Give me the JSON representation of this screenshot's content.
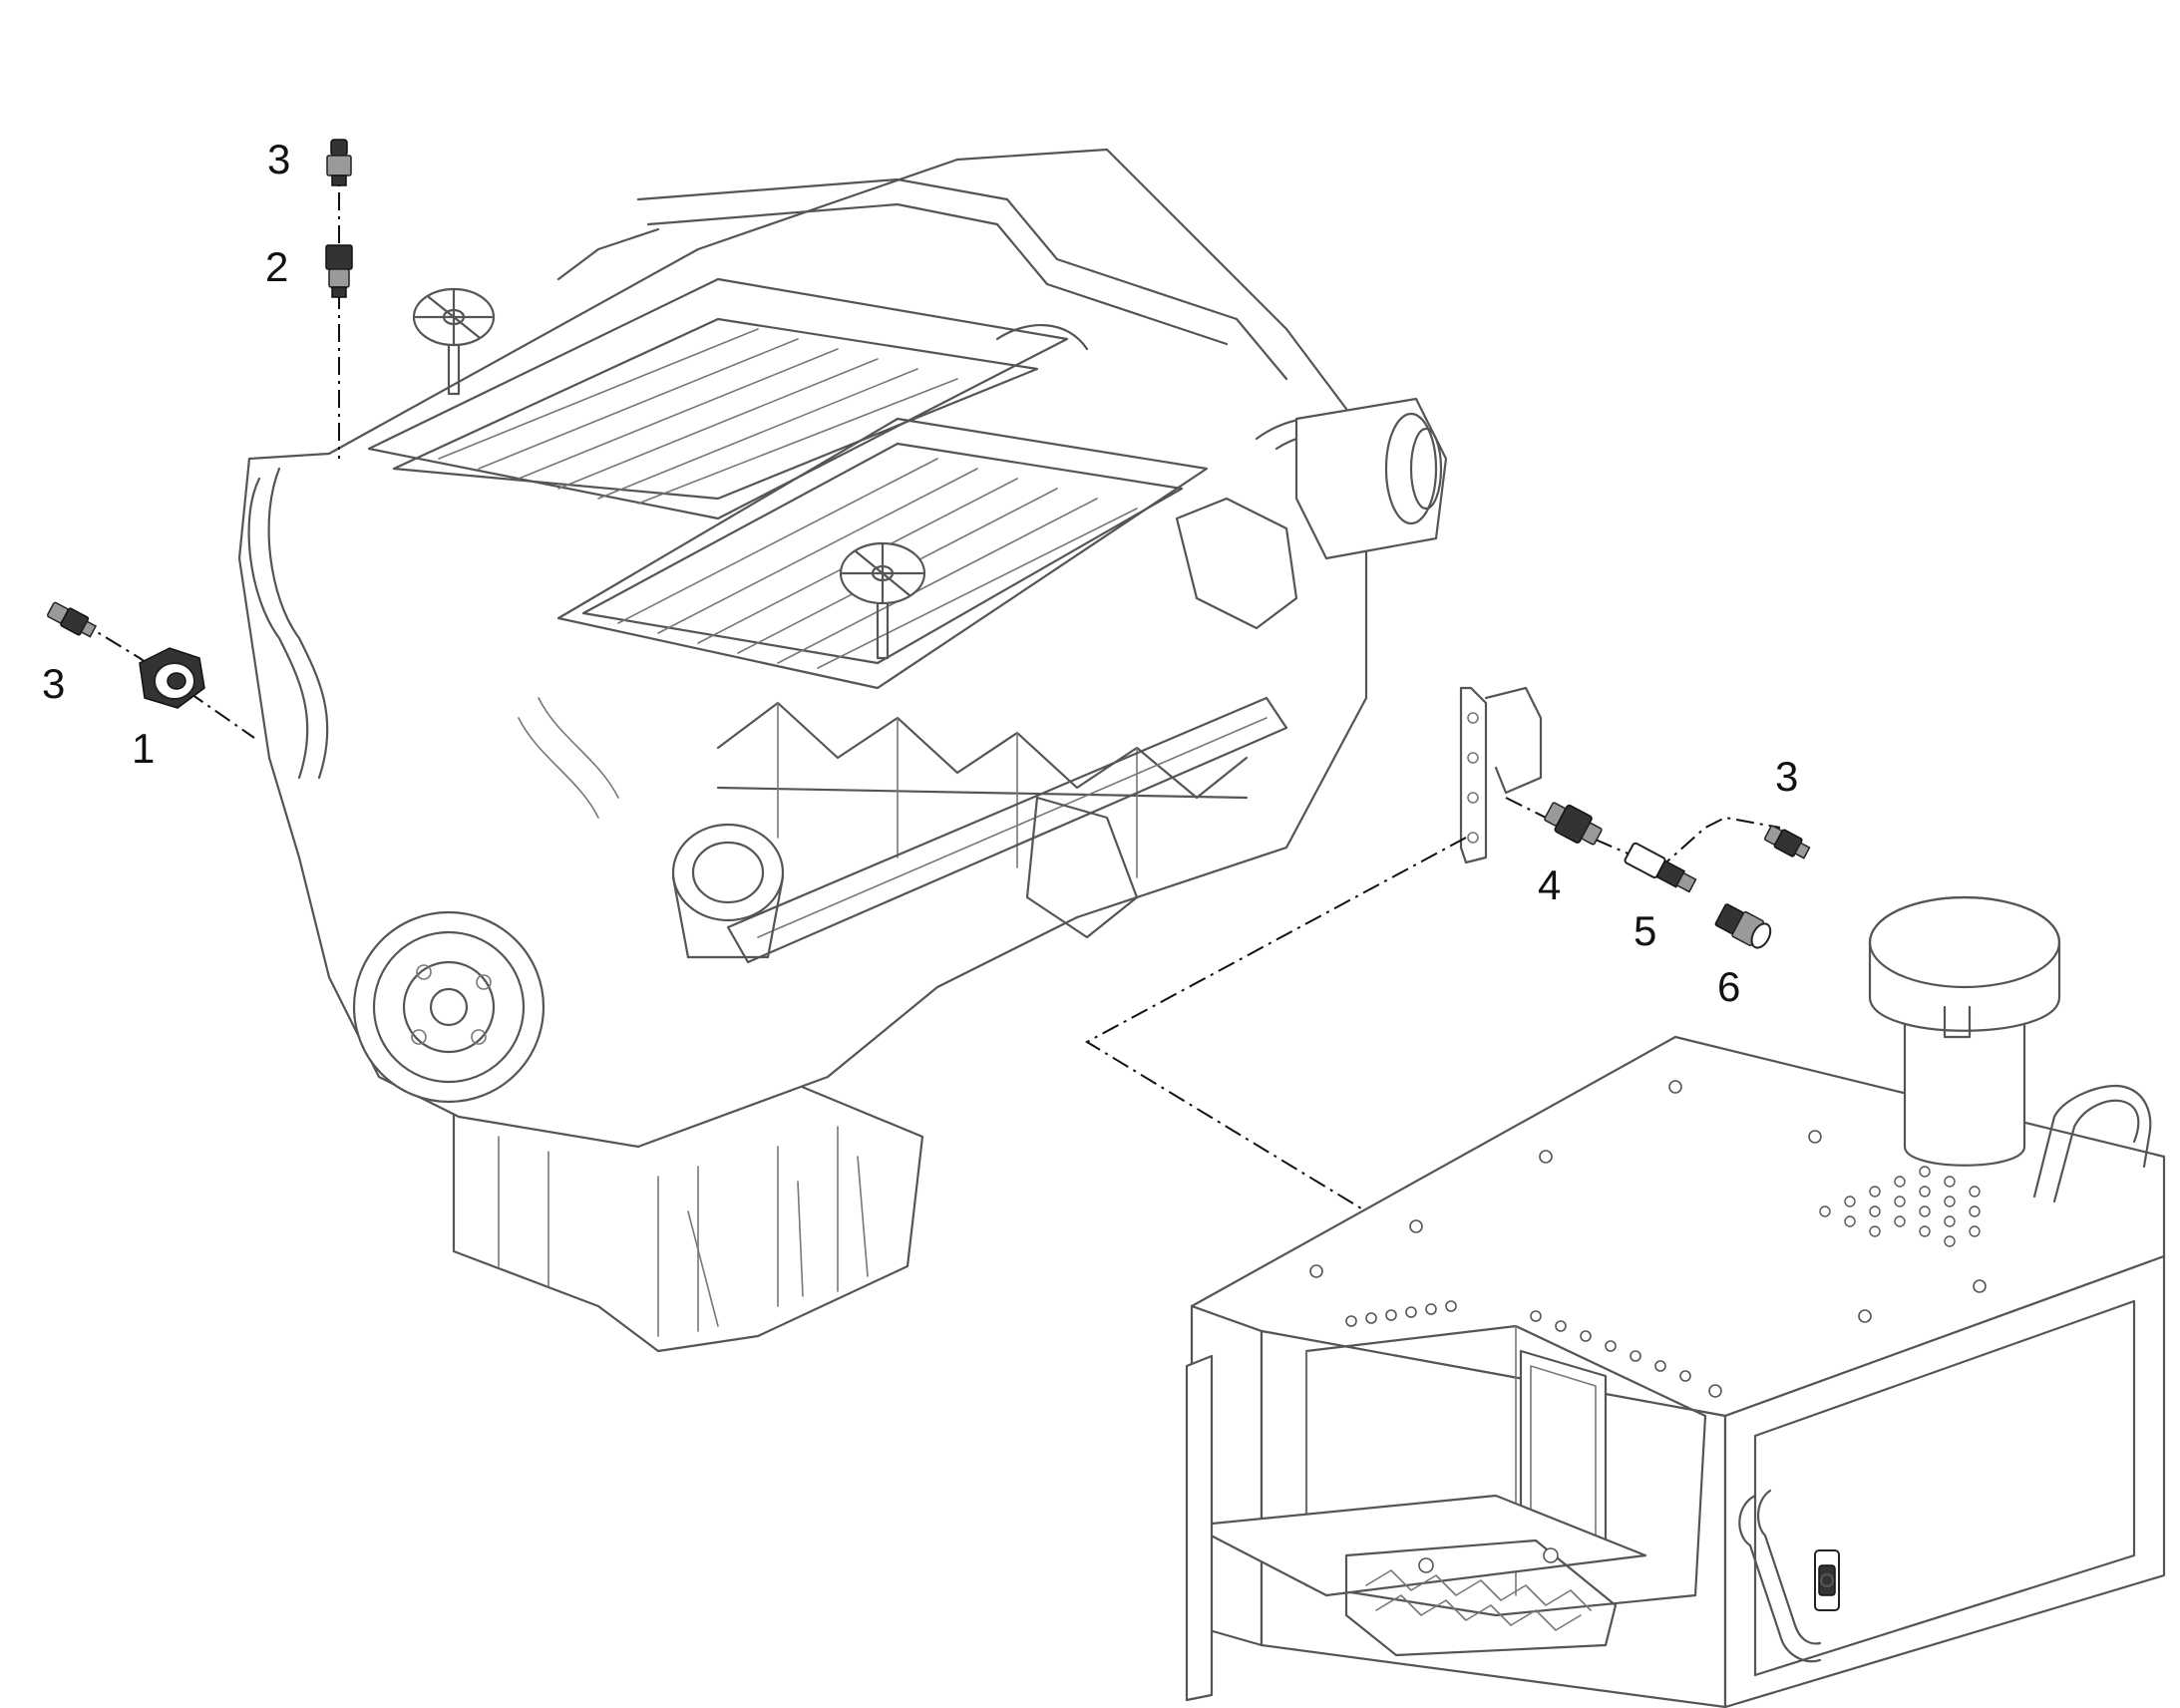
{
  "diagram": {
    "callouts": {
      "top_3": "3",
      "top_2": "2",
      "left_3": "3",
      "left_1": "1",
      "right_3": "3",
      "right_4": "4",
      "right_5": "5",
      "right_6": "6"
    },
    "line_color": "#555555",
    "label_color": "#111111",
    "background": "#ffffff"
  }
}
